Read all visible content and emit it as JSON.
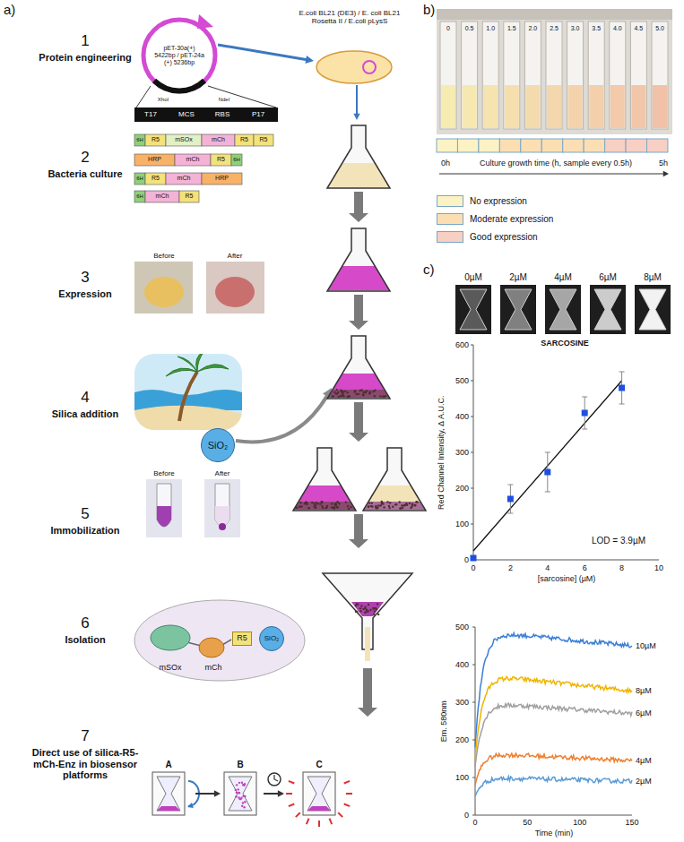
{
  "diagram": {
    "nodes": [
      {
        "text": [
          "SiO₂"
        ]
      },
      {
        "text": [
          "R5"
        ]
      },
      {
        "text": [
          "SiO₂"
        ]
      }
    ],
    "labels": [
      "a)",
      "b)",
      "c)",
      "1",
      "Protein engineering",
      "2",
      "Bacteria culture",
      "3",
      "Expression",
      "4",
      "Silica addition",
      "5",
      "Immobilization",
      "6",
      "Isolation",
      "7",
      "Direct use of silica-R5-mCh-Enz in biosensor platforms",
      "pET-30a(+) 5422bp / pET-24a (+) 5236bp",
      "XhoI",
      "NdeI",
      "T17",
      "MCS",
      "RBS",
      "P17",
      "E.coli BL21 (DE3) / E. coli BL21 Rosetta II / E.coli pLysS",
      "6H",
      "R5",
      "mSOx",
      "mCh",
      "R5",
      "R5",
      "HRP",
      "mCh",
      "R5",
      "6H",
      "6H",
      "R5",
      "mCh",
      "HRP",
      "6H",
      "mCh",
      "R5",
      "Before",
      "After",
      "Before",
      "After",
      "mSOx",
      "mCh",
      "A",
      "B",
      "C",
      "0",
      "0.5",
      "1.0",
      "1.5",
      "2.0",
      "2.5",
      "3.0",
      "3.5",
      "4.0",
      "4.5",
      "5.0",
      "0h",
      "Culture growth time (h, sample every 0.5h)",
      "5h",
      "0µM",
      "2µM",
      "4µM",
      "6µM",
      "8µM",
      "SARCOSINE",
      "0",
      "100",
      "200",
      "300",
      "400",
      "500",
      "600",
      "Red Channel Intensity, Δ A.U.C.",
      "0",
      "2",
      "4",
      "6",
      "8",
      "10",
      "[sarcosine] (µM)",
      "LOD = 3.9µM",
      "0",
      "100",
      "200",
      "300",
      "400",
      "500",
      "Em. 580nm",
      "0",
      "50",
      "100",
      "150",
      "Time (min)",
      "10µM",
      "8µM",
      "6µM",
      "4µM",
      "2µM"
    ],
    "legend": [
      {
        "text": "No expression",
        "color": "#fdf2c4"
      },
      {
        "text": "Moderate expression",
        "color": "#fbdfb3"
      },
      {
        "text": "Good expression",
        "color": "#f8cfc3"
      }
    ]
  }
}
